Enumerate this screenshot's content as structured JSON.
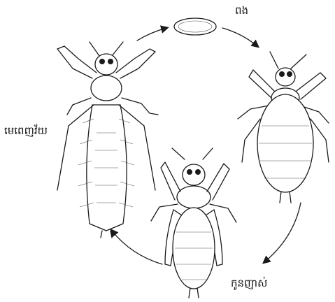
{
  "stages": {
    "egg": {
      "label": "ពង"
    },
    "adult": {
      "label": "មេពេញវ័យ"
    },
    "nymph": {
      "label": "កូនញាស់"
    }
  },
  "colors": {
    "ink": "#1a1a1a",
    "background": "#ffffff"
  }
}
